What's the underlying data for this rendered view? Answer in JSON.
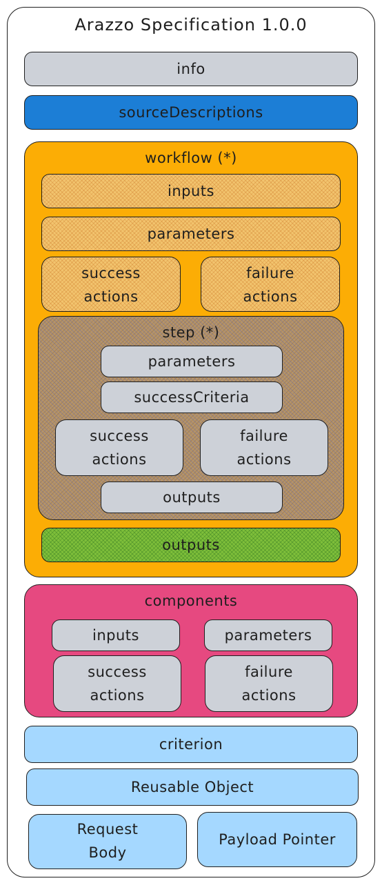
{
  "title": "Arazzo Specification 1.0.0",
  "info": "info",
  "sourceDescriptions": "sourceDescriptions",
  "workflow": {
    "label": "workflow (*)",
    "inputs": "inputs",
    "parameters": "parameters",
    "success_actions": [
      "success",
      "actions"
    ],
    "failure_actions": [
      "failure",
      "actions"
    ],
    "step": {
      "label": "step (*)",
      "parameters": "parameters",
      "successCriteria": "successCriteria",
      "success_actions": [
        "success",
        "actions"
      ],
      "failure_actions": [
        "failure",
        "actions"
      ],
      "outputs": "outputs"
    },
    "outputs": "outputs"
  },
  "components": {
    "label": "components",
    "inputs": "inputs",
    "parameters": "parameters",
    "success_actions": [
      "success",
      "actions"
    ],
    "failure_actions": [
      "failure",
      "actions"
    ]
  },
  "criterion": "criterion",
  "reusable_object": "Reusable Object",
  "request_body": [
    "Request",
    "Body"
  ],
  "payload_pointer": "Payload Pointer",
  "colors": {
    "grey": "#cdd1d8",
    "blue": "#1c7ed6",
    "light_blue": "#a5d8ff",
    "orange": "#fcad05",
    "pink": "#e64980",
    "green": "#7fbf3a"
  }
}
